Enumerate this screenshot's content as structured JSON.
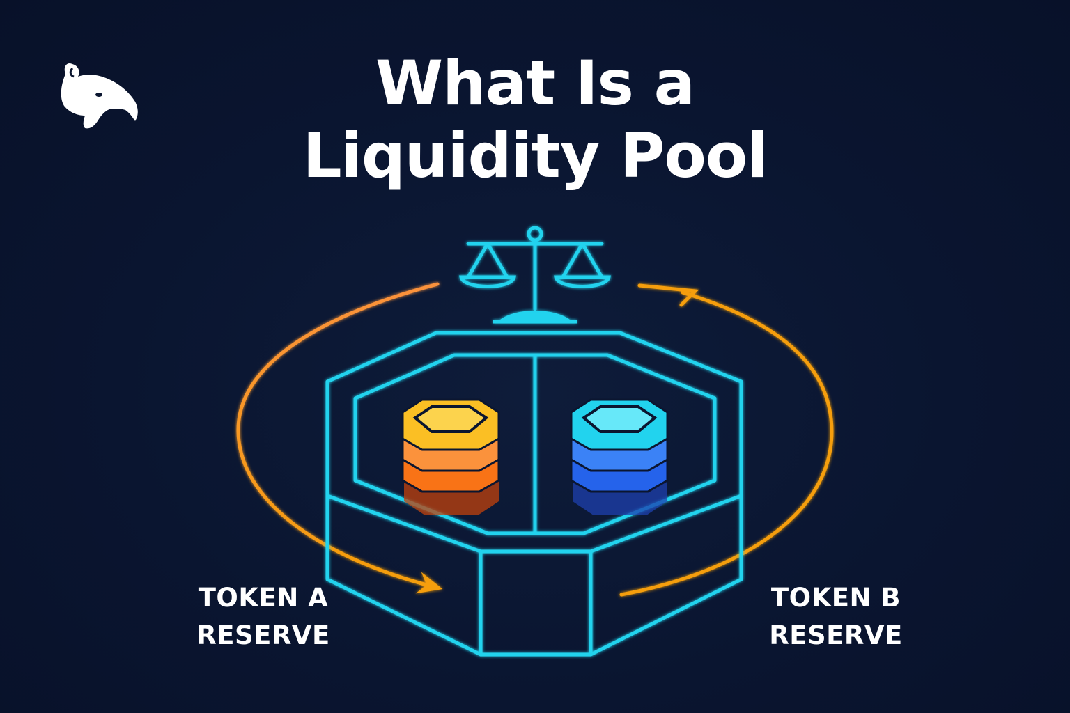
{
  "title": {
    "line1": "What Is a",
    "line2": "Liquidity Pool"
  },
  "logo": {
    "icon": "anteater-logo-icon"
  },
  "labels": {
    "token_a": {
      "line1": "TOKEN A",
      "line2": "RESERVE"
    },
    "token_b": {
      "line1": "TOKEN B",
      "line2": "RESERVE"
    }
  },
  "icons": {
    "balance": "balance-scale-icon",
    "token_a_stack": "token-a-coin-stack-icon",
    "token_b_stack": "token-b-coin-stack-icon",
    "cycle_arrows": "circular-arrow-icon"
  },
  "colors": {
    "background": "#0b1630",
    "outline_cyan": "#22d3ee",
    "arrow_orange": "#f59e0b",
    "token_a_gold": "#fbbf24",
    "token_a_orange": "#f97316",
    "token_b_cyan": "#22d3ee",
    "token_b_blue": "#2563eb",
    "text": "#ffffff"
  }
}
